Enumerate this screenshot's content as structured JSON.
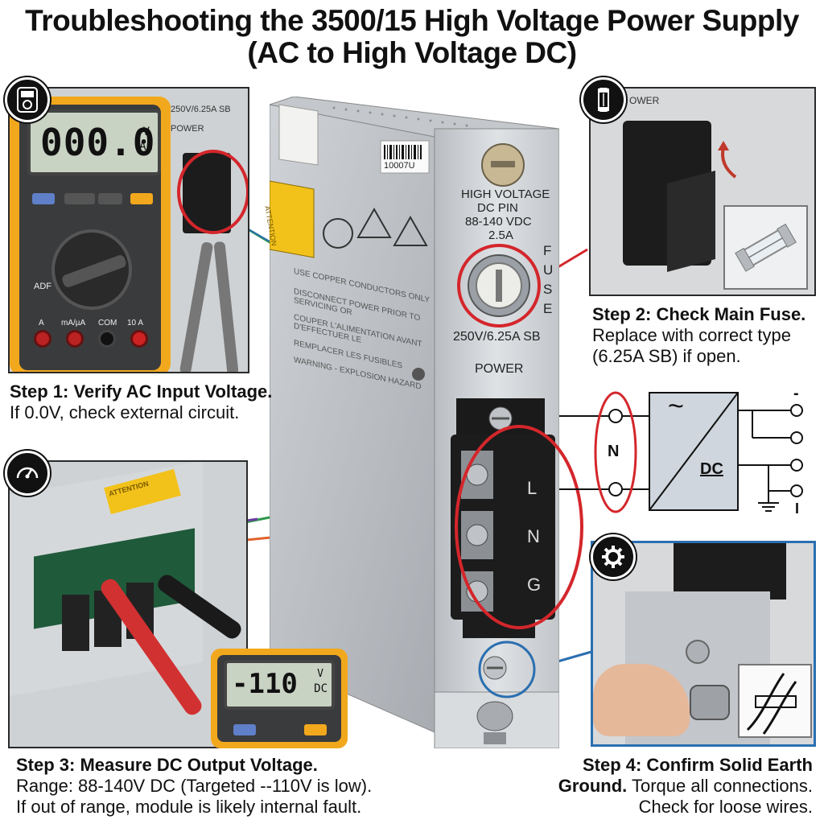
{
  "title_line1": "Troubleshooting the 3500/15 High Voltage Power Supply",
  "title_line2": "(AC to High Voltage DC)",
  "step1": {
    "heading": "Step 1: Verify AC Input Voltage.",
    "body": "If 0.0V, check external circuit.",
    "meter_reading": "000.0",
    "meter_unit_top": "V",
    "meter_unit_bottom": "AC",
    "meter_brand": "ADF",
    "jack_labels": [
      "A",
      "mA/µA",
      "COM",
      "10 A"
    ],
    "terminal_labels": [
      "250V/6.25A SB",
      "POWER"
    ]
  },
  "step2": {
    "heading": "Step 2: Check Main Fuse.",
    "body_line1": "Replace with correct type",
    "body_line2": "(6.25A SB) if open.",
    "panel_label": "OWER"
  },
  "step3": {
    "heading": "Step 3: Measure DC Output Voltage.",
    "body_line1": "Range: 88-140V DC (Targeted --110V is low).",
    "body_line2": "If out of range, module is likely internal fault.",
    "meter_reading": "-110",
    "meter_unit_top": "V",
    "meter_unit_bottom": "DC",
    "warning_label": "ATTENTION"
  },
  "step4": {
    "heading_part1": "Step 4: Confirm Solid Earth",
    "heading_part2": "Ground.",
    "body_part1": " Torque all connections.",
    "body_line2": "Check for loose wires."
  },
  "module": {
    "barcode_text": "10007U",
    "hv_line1": "HIGH VOLTAGE",
    "hv_line2": "DC PIN",
    "hv_line3": "88-140 VDC",
    "hv_line4": "2.5A",
    "fuse_vertical": "FUSE",
    "fuse_rating": "250V/6.25A SB",
    "power_label": "POWER",
    "terminals": [
      "L",
      "N",
      "G"
    ],
    "warning_sticker": "ATTENTION",
    "side_text": [
      "USE COPPER CONDUCTORS ONLY",
      "DISCONNECT POWER PRIOR TO SERVICING OR",
      "COUPER L'ALIMENTATION AVANT D'EFFECTUER LE",
      "REMPLACER LES FUSIBLES",
      "WARNING - EXPLOSION HAZARD"
    ]
  },
  "schematic": {
    "n_label": "N",
    "ac_symbol": "~",
    "dc_label": "DC",
    "top_sign": "-",
    "bottom_sign": "I"
  },
  "colors": {
    "red_highlight": "#d4262b",
    "blue_highlight": "#2a6fb0",
    "green_wire": "#2e9a4a",
    "purple_wire": "#6b3fa0",
    "meter_yellow": "#f2a81d",
    "aluminum": "#c9ccd0"
  }
}
